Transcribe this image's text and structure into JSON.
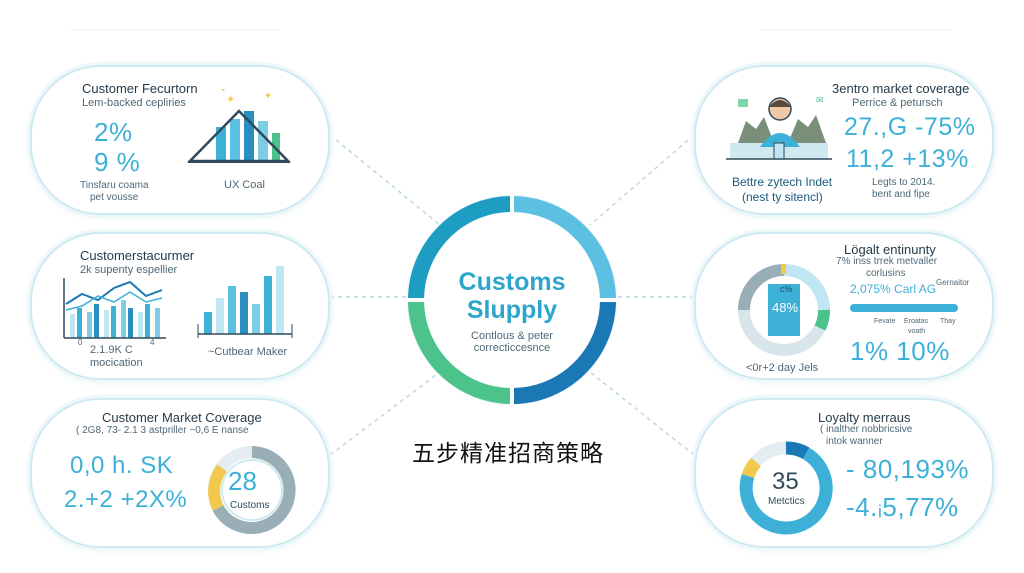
{
  "hub": {
    "title_line1": "Customs",
    "title_line2": "Slupply",
    "sub_line1": "Contlous & peter",
    "sub_line2": "correcticcesnce"
  },
  "caption": "五步精准招商策略",
  "cards": {
    "top_left": {
      "title": "Customer Fecurtorn",
      "sub": "Lem-backed cepliries",
      "value1": "2%",
      "value2": "9 %",
      "note1": "Tinsfaru coama",
      "note2": "pet vousse",
      "chart_label": "UX Coal"
    },
    "mid_left": {
      "title": "Customerstacurmer",
      "sub": "2k supenty espellier",
      "note1": "2.1.9K C",
      "note2": "mocication",
      "chart_label": "~Cutbear Maker",
      "axis_ticks": [
        "0",
        "4"
      ]
    },
    "bottom_left": {
      "title": "Customer Market Coverage",
      "sub": "( 2G8, 73- 2.1 3 astpriller ~0,6 E nanse",
      "value1": "0,0 h. SK",
      "value2": "2.+2 +2X%",
      "gauge_value": "28",
      "gauge_label": "Customs"
    },
    "top_right": {
      "title": "3entro market coverage",
      "sub": "Perrice & petursch",
      "value1": "27.,G -75%",
      "value2": "11,2 +13%",
      "note1": "Bettre zytech Indet",
      "note2": "(nest ty sitencl)",
      "note3": "Legts to 2014.",
      "note4": "bent and fipe"
    },
    "mid_right": {
      "title": "Lögalt entinunty",
      "sub1": "7% inss trrek metvaller",
      "sub2": "corlusins",
      "gauge_value": "48%",
      "gauge_tag": "c%",
      "bar_label": "2,075%  Carl AG",
      "bar_right_label": "Gernaitor",
      "bar_ticks": [
        "Fevate",
        "Eroatas",
        "Thay"
      ],
      "bar_ticks2": [
        "",
        "voath",
        ""
      ],
      "value": "1% 10%",
      "note": "<0r+2 day Jels"
    },
    "bottom_right": {
      "title": "Loyalty merraus",
      "sub1": "( inalther nobbricsive",
      "sub2": "intok wanner",
      "gauge_value": "35",
      "gauge_label": "Metctics",
      "value1": "- 80,193%",
      "value2": "-4.ᵢ5,77%"
    }
  },
  "colors": {
    "accent": "#3db0d8",
    "teal": "#1e9dc2",
    "blue": "#1a78b5",
    "green": "#4cc38a",
    "light": "#bfe6f2",
    "card_border": "#cfe9f1",
    "yellow": "#f2c94c"
  }
}
